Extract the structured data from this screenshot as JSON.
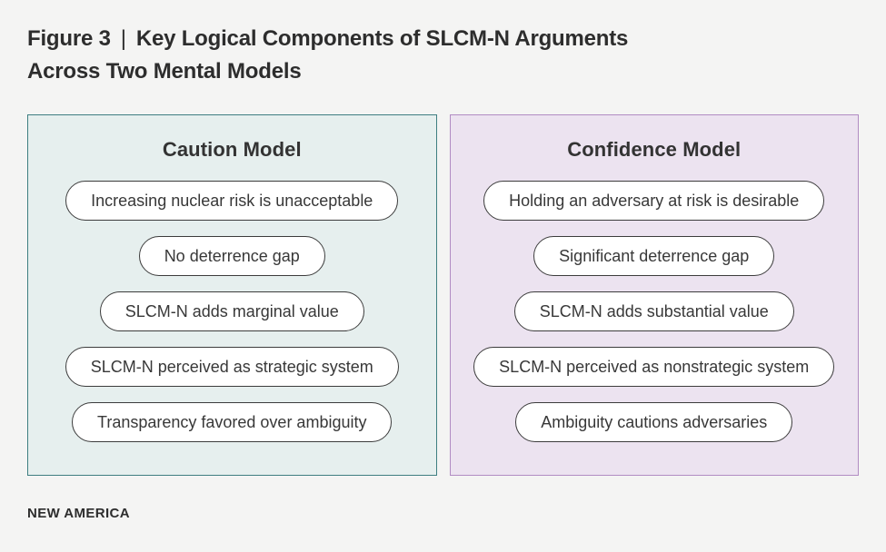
{
  "page": {
    "background": "#f4f4f3"
  },
  "header": {
    "figure_label": "Figure 3",
    "separator": "|",
    "title_line1": "Key Logical Components of SLCM-N Arguments",
    "title_line2": "Across Two Mental Models"
  },
  "panels": [
    {
      "id": "caution-model",
      "title": "Caution Model",
      "background": "#e6efee",
      "border_color": "#3e7e81",
      "items": [
        "Increasing nuclear risk is unacceptable",
        "No deterrence gap",
        "SLCM-N adds marginal value",
        "SLCM-N perceived as strategic system",
        "Transparency favored over ambiguity"
      ]
    },
    {
      "id": "confidence-model",
      "title": "Confidence Model",
      "background": "#ece3f0",
      "border_color": "#b18cc3",
      "items": [
        "Holding an adversary at risk is desirable",
        "Significant deterrence gap",
        "SLCM-N adds substantial value",
        "SLCM-N perceived as nonstrategic system",
        "Ambiguity cautions adversaries"
      ]
    }
  ],
  "footer": {
    "brand": "NEW AMERICA"
  },
  "colors": {
    "page_background": "#f4f4f3",
    "title_text": "#2d2d2d",
    "pill_background": "#ffffff",
    "pill_border": "#3c3c3c",
    "pill_text": "#383838"
  }
}
